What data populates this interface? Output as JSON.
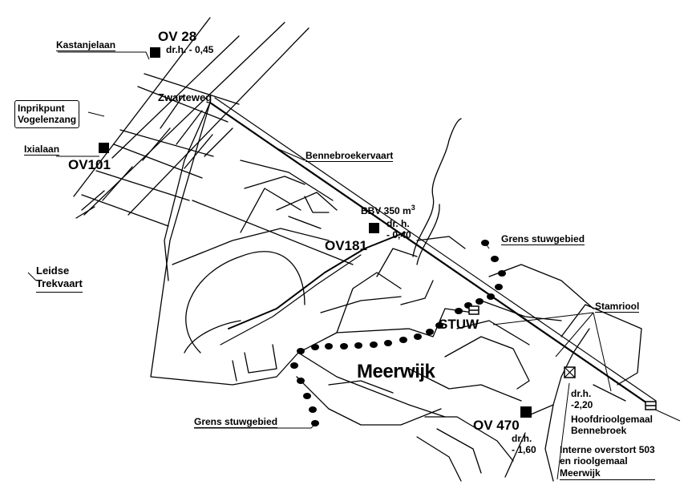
{
  "map": {
    "labels": {
      "kastanjelaan": "Kastanjelaan",
      "ov28": "OV 28",
      "ov28_level": "dr.h. - 0,45",
      "inprikpunt_line1": "Inprikpunt",
      "inprikpunt_line2": "Vogelenzang",
      "zwarteweg": "Zwarteweg",
      "ixialaan": "Ixialaan",
      "ov101": "OV101",
      "bennebroekervaart": "Bennebroekervaart",
      "bbv": "BBV 350 m",
      "bbv_sup": "3",
      "ov181_level_line1": "dr. h.",
      "ov181_level_line2": "- 0,40",
      "ov181": "OV181",
      "leidse_line1": "Leidse",
      "leidse_line2": "Trekvaart",
      "grens_top": "Grens stuwgebied",
      "stuw": "STUW",
      "stamriool": "Stamriool",
      "meerwijk": "Meerwijk",
      "grens_bottom": "Grens stuwgebied",
      "ov470": "OV 470",
      "ov470_level_line1": "dr.h.",
      "ov470_level_line2": "- 1,60",
      "ov503_level_line1": "dr.h.",
      "ov503_level_line2": "-2,20",
      "hoofdrioolgemaal_line1": "Hoofdrioolgemaal",
      "hoofdrioolgemaal_line2": "Bennebroek",
      "interne_line1": "Interne overstort 503",
      "interne_line2": "en rioolgemaal",
      "interne_line3": "Meerwijk"
    }
  }
}
